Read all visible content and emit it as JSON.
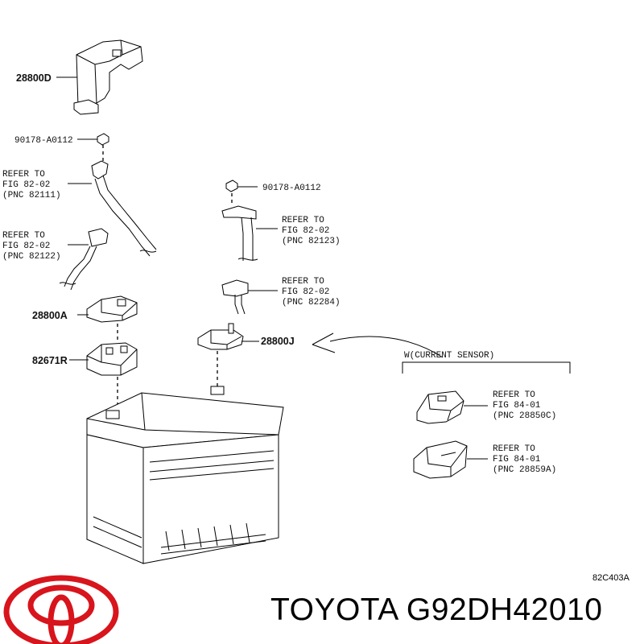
{
  "parts": {
    "p28800D": "28800D",
    "p90178a": "90178-A0112",
    "p90178b": "90178-A0112",
    "p28800A": "28800A",
    "p82671R": "82671R",
    "p28800J": "28800J"
  },
  "refs": {
    "r1": {
      "l1": "REFER TO",
      "l2": "FIG 82-02",
      "l3": "(PNC 82111)"
    },
    "r2": {
      "l1": "REFER TO",
      "l2": "FIG 82-02",
      "l3": "(PNC 82122)"
    },
    "r3": {
      "l1": "REFER TO",
      "l2": "FIG 82-02",
      "l3": "(PNC 82123)"
    },
    "r4": {
      "l1": "REFER TO",
      "l2": "FIG 82-02",
      "l3": "(PNC 82284)"
    },
    "r5": {
      "l1": "REFER TO",
      "l2": "FIG 84-01",
      "l3": "(PNC 28850C)"
    },
    "r6": {
      "l1": "REFER TO",
      "l2": "FIG 84-01",
      "l3": "(PNC 28859A)"
    }
  },
  "sensor_label": "W(CURRENT SENSOR)",
  "diagram_code": "82C403A",
  "brand_title": "TOYOTA G92DH42010",
  "colors": {
    "logo": "#d8141c",
    "line": "#000000"
  },
  "icons": {
    "logo": "toyota-logo-icon"
  }
}
